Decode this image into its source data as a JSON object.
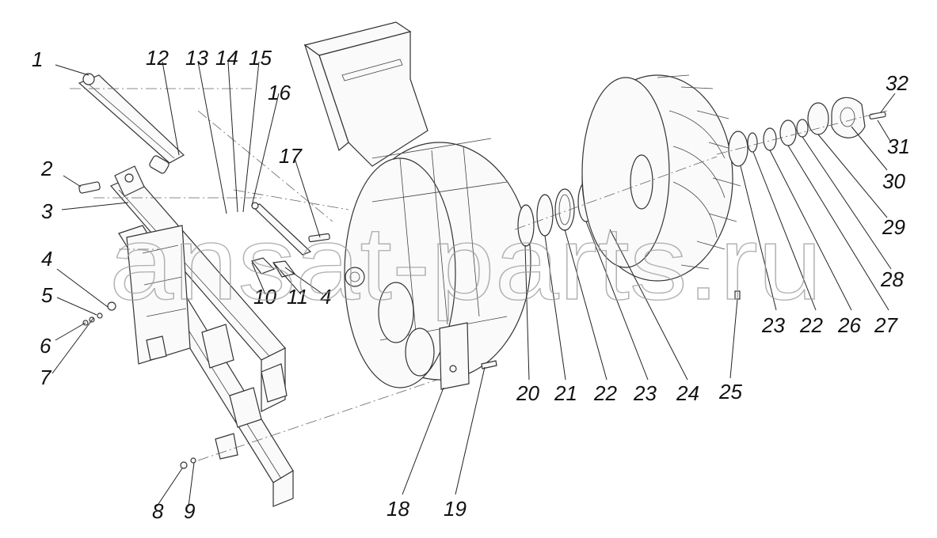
{
  "watermark": "ansat-parts.ru",
  "labels": [
    {
      "id": "l1",
      "text": "1"
    },
    {
      "id": "l2",
      "text": "2"
    },
    {
      "id": "l3",
      "text": "3"
    },
    {
      "id": "l4a",
      "text": "4"
    },
    {
      "id": "l5",
      "text": "5"
    },
    {
      "id": "l6",
      "text": "6"
    },
    {
      "id": "l7",
      "text": "7"
    },
    {
      "id": "l8",
      "text": "8"
    },
    {
      "id": "l9",
      "text": "9"
    },
    {
      "id": "l10",
      "text": "10"
    },
    {
      "id": "l11",
      "text": "11"
    },
    {
      "id": "l4b",
      "text": "4"
    },
    {
      "id": "l12",
      "text": "12"
    },
    {
      "id": "l13",
      "text": "13"
    },
    {
      "id": "l14",
      "text": "14"
    },
    {
      "id": "l15",
      "text": "15"
    },
    {
      "id": "l16",
      "text": "16"
    },
    {
      "id": "l17",
      "text": "17"
    },
    {
      "id": "l18",
      "text": "18"
    },
    {
      "id": "l19",
      "text": "19"
    },
    {
      "id": "l20",
      "text": "20"
    },
    {
      "id": "l21",
      "text": "21"
    },
    {
      "id": "l22a",
      "text": "22"
    },
    {
      "id": "l23a",
      "text": "23"
    },
    {
      "id": "l24",
      "text": "24"
    },
    {
      "id": "l25",
      "text": "25"
    },
    {
      "id": "l23b",
      "text": "23"
    },
    {
      "id": "l22b",
      "text": "22"
    },
    {
      "id": "l26",
      "text": "26"
    },
    {
      "id": "l27",
      "text": "27"
    },
    {
      "id": "l28",
      "text": "28"
    },
    {
      "id": "l29",
      "text": "29"
    },
    {
      "id": "l30",
      "text": "30"
    },
    {
      "id": "l31",
      "text": "31"
    },
    {
      "id": "l32",
      "text": "32"
    }
  ]
}
